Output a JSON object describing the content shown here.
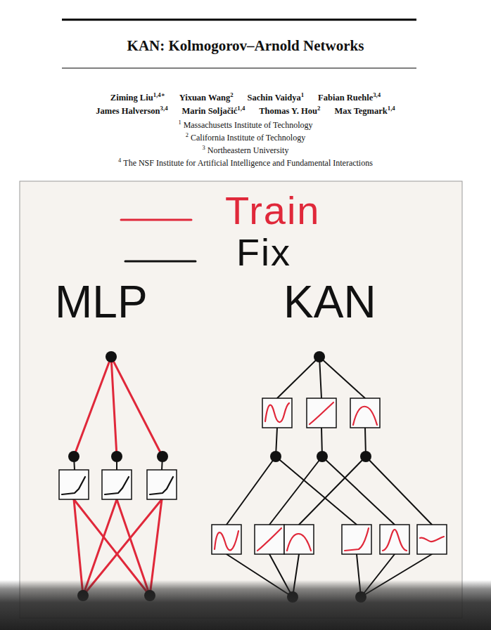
{
  "diagram": {
    "title": "KAN: Kolmogorov–Arnold Networks",
    "labels": [
      "Ziming Liu",
      "1,4∗",
      "Yixuan Wang",
      "2",
      "Sachin Vaidya",
      "1",
      "Fabian Ruehle",
      "3,4",
      "James Halverson",
      "3,4",
      "Marin Soljačić",
      "1,4",
      "Thomas Y. Hou",
      "2",
      "Max Tegmark",
      "1,4",
      "1",
      "Massachusetts Institute of Technology",
      "2",
      "California Institute of Technology",
      "3",
      "Northeastern University",
      "4",
      "The NSF Institute for Artificial Intelligence and Fundamental Interactions",
      "MLP",
      "KAN"
    ],
    "legend": [
      {
        "text": "Train"
      },
      {
        "text": "Fix"
      }
    ]
  }
}
